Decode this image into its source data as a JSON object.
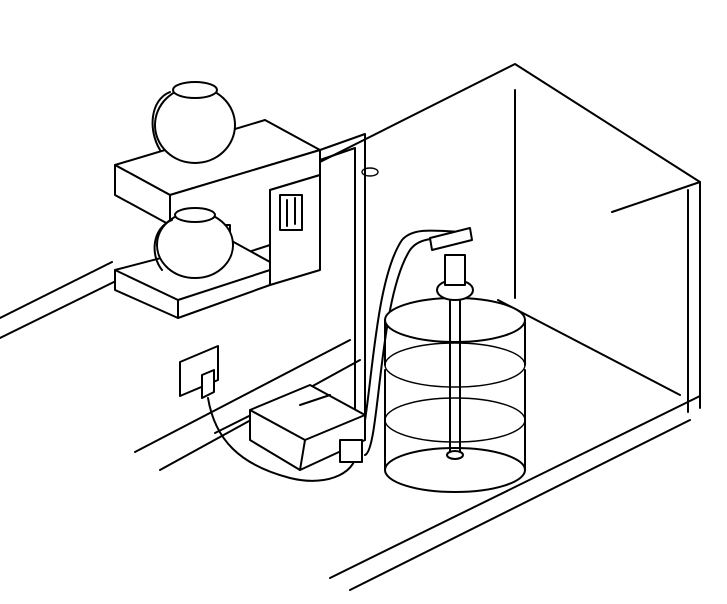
{
  "diagram": {
    "subject": "",
    "components": [
      "coffee-maker",
      "carafe-top",
      "carafe-bottom",
      "wall-outlet",
      "pump-unit",
      "hose",
      "water-bottle",
      "cabinet"
    ],
    "colors": {
      "line": "#000000",
      "background": "#ffffff"
    }
  }
}
